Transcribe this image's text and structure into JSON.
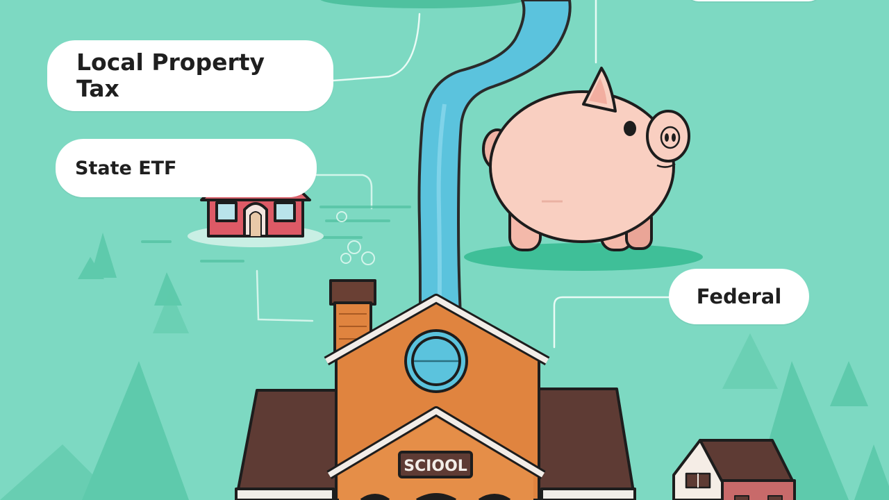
{
  "labels": {
    "local_property_tax": "Local Property\nTax",
    "state_etf": "State ETF",
    "federal": "Federal",
    "school_sign": "SCIOOL"
  },
  "colors": {
    "background": "#7dd9c2",
    "water": "#5bc3dd",
    "school_orange": "#e0843f",
    "roof_brown": "#5e3b34",
    "pig_pink": "#f9cfc1",
    "house_red": "#dd5a66"
  },
  "icons": [
    "piggy-bank-icon",
    "house-icon",
    "school-icon",
    "water-stream-icon",
    "tree-icon"
  ]
}
